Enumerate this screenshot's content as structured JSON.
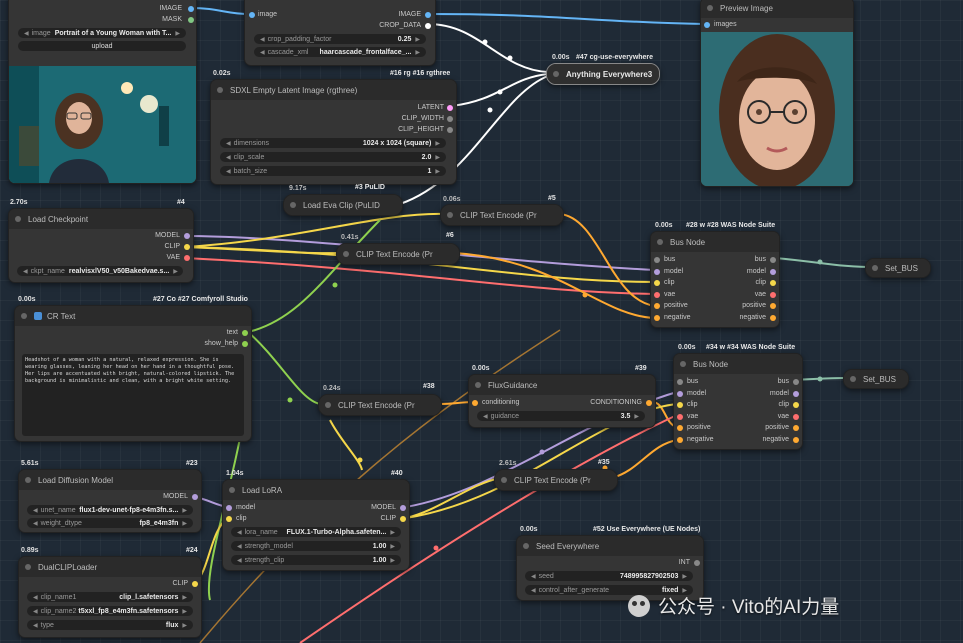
{
  "nodes": {
    "load_image": {
      "outputs": [
        "IMAGE",
        "MASK"
      ],
      "image_label": "image",
      "image_value": "Portrait of a Young Woman with T...",
      "upload_label": "upload"
    },
    "crop_face": {
      "input_image": "image",
      "outputs": [
        "IMAGE",
        "CROP_DATA"
      ],
      "w1_label": "crop_padding_factor",
      "w1_value": "0.25",
      "w2_label": "cascade_xml",
      "w2_value": "haarcascade_frontalface_..."
    },
    "sdxl_latent": {
      "time": "0.02s",
      "id_tag": "#16 rg #16 rgthree",
      "title": "SDXL Empty Latent Image (rgthree)",
      "outputs": [
        "LATENT",
        "CLIP_WIDTH",
        "CLIP_HEIGHT"
      ],
      "w1_label": "dimensions",
      "w1_value": "1024 x 1024  (square)",
      "w2_label": "clip_scale",
      "w2_value": "2.0",
      "w3_label": "batch_size",
      "w3_value": "1"
    },
    "anything_everywhere": {
      "time": "0.00s",
      "tag": "#47 cg-use-everywhere",
      "title": "Anything Everywhere3"
    },
    "preview_image": {
      "title": "Preview Image",
      "input": "images"
    },
    "load_eva_clip": {
      "time": "9.17s",
      "id_tag": "#3 PuLID",
      "title": "Load Eva Clip (PuLID"
    },
    "load_checkpoint": {
      "time": "2.70s",
      "id_tag": "#4",
      "title": "Load Checkpoint",
      "outputs": [
        "MODEL",
        "CLIP",
        "VAE"
      ],
      "w1_label": "ckpt_name",
      "w1_value": "realvisxlV50_v50Bakedvae.s..."
    },
    "clip_text_5": {
      "time": "0.06s",
      "id_tag": "#5",
      "title": "CLIP Text Encode (Pr"
    },
    "clip_text_6": {
      "time": "0.41s",
      "id_tag": "#6",
      "title": "CLIP Text Encode (Pr"
    },
    "bus_node_28": {
      "time": "0.00s",
      "id_tag": "#28 w #28 WAS Node Suite",
      "title": "Bus Node",
      "inputs": [
        "bus",
        "model",
        "clip",
        "vae",
        "positive",
        "negative"
      ],
      "outputs": [
        "bus",
        "model",
        "clip",
        "vae",
        "positive",
        "negative"
      ]
    },
    "set_bus_1": {
      "title": "Set_BUS"
    },
    "cr_text": {
      "time": "0.00s",
      "id_tag": "#27 Co #27 Comfyroll Studio",
      "title": "CR Text",
      "outputs": [
        "text",
        "show_help"
      ],
      "text": "Headshot of a woman with a natural, relaxed expression. She is wearing glasses, leaning her head on her hand in a thoughtful pose. Her lips are accentuated with bright, natural-colored lipstick. The background is minimalistic and clean, with a bright white setting."
    },
    "bus_node_34": {
      "time": "0.00s",
      "id_tag": "#34 w #34 WAS Node Suite",
      "title": "Bus Node",
      "inputs": [
        "bus",
        "model",
        "clip",
        "vae",
        "positive",
        "negative"
      ],
      "outputs": [
        "bus",
        "model",
        "clip",
        "vae",
        "positive",
        "negative"
      ]
    },
    "set_bus_2": {
      "title": "Set_BUS"
    },
    "flux_guidance": {
      "time": "0.00s",
      "id_tag": "#39",
      "title": "FluxGuidance",
      "input": "conditioning",
      "output": "CONDITIONING",
      "w1_label": "guidance",
      "w1_value": "3.5"
    },
    "clip_text_38": {
      "time": "0.24s",
      "id_tag": "#38",
      "title": "CLIP Text Encode (Pr"
    },
    "load_diffusion": {
      "time": "5.61s",
      "id_tag": "#23",
      "title": "Load Diffusion Model",
      "output": "MODEL",
      "w1_label": "unet_name",
      "w1_value": "flux1-dev-unet-fp8-e4m3fn.s...",
      "w2_label": "weight_dtype",
      "w2_value": "fp8_e4m3fn"
    },
    "load_lora": {
      "time": "1.04s",
      "id_tag": "#40",
      "title": "Load LoRA",
      "inputs": [
        "model",
        "clip"
      ],
      "outputs": [
        "MODEL",
        "CLIP"
      ],
      "w1_label": "lora_name",
      "w1_value": "FLUX.1-Turbo-Alpha.safeten...",
      "w2_label": "strength_model",
      "w2_value": "1.00",
      "w3_label": "strength_clip",
      "w3_value": "1.00"
    },
    "clip_text_35": {
      "time": "2.61s",
      "id_tag": "#35",
      "title": "CLIP Text Encode (Pr"
    },
    "dual_clip": {
      "time": "0.89s",
      "id_tag": "#24",
      "title": "DualCLIPLoader",
      "output": "CLIP",
      "w1_label": "clip_name1",
      "w1_value": "clip_l.safetensors",
      "w2_label": "clip_name2",
      "w2_value": "t5xxl_fp8_e4m3fn.safetensors",
      "w3_label": "type",
      "w3_value": "flux"
    },
    "seed_everywhere": {
      "time": "0.00s",
      "tag": "#52 Use Everywhere (UE Nodes)",
      "title": "Seed Everywhere",
      "output": "INT",
      "w1_label": "seed",
      "w1_value": "748995827902503",
      "w2_label": "control_after_generate",
      "w2_value": "fixed"
    }
  },
  "watermark": "公众号 · Vito的AI力量",
  "colors": {
    "model": "#b39ddb",
    "clip": "#f5d74a",
    "vae": "#ff6e6e",
    "conditioning": "#ffa931",
    "image": "#64b5f6",
    "latent": "#ff9cf9",
    "bus": "#8cbfa8",
    "text": "#8fd14f",
    "white": "#ffffff"
  }
}
